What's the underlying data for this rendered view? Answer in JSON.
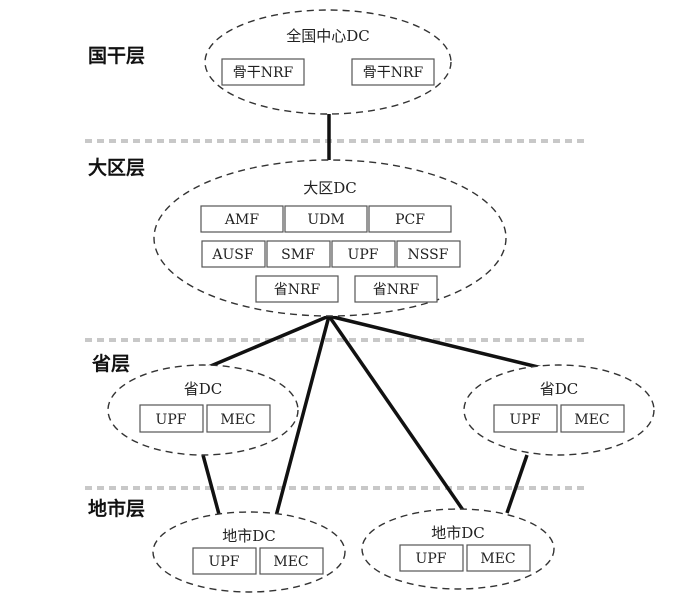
{
  "layers": [
    {
      "id": "national",
      "label": "国干层"
    },
    {
      "id": "region",
      "label": "大区层"
    },
    {
      "id": "province",
      "label": "省层"
    },
    {
      "id": "city",
      "label": "地市层"
    }
  ],
  "nodes": {
    "national": {
      "title": "全国中心DC",
      "boxes": [
        "骨干NRF",
        "骨干NRF"
      ]
    },
    "region": {
      "title": "大区DC",
      "row1": [
        "AMF",
        "UDM",
        "PCF"
      ],
      "row2": [
        "AUSF",
        "SMF",
        "UPF",
        "NSSF"
      ],
      "row3": [
        "省NRF",
        "省NRF"
      ]
    },
    "province_left": {
      "title": "省DC",
      "boxes": [
        "UPF",
        "MEC"
      ]
    },
    "province_right": {
      "title": "省DC",
      "boxes": [
        "UPF",
        "MEC"
      ]
    },
    "city_left": {
      "title": "地市DC",
      "boxes": [
        "UPF",
        "MEC"
      ]
    },
    "city_right": {
      "title": "地市DC",
      "boxes": [
        "UPF",
        "MEC"
      ]
    }
  }
}
